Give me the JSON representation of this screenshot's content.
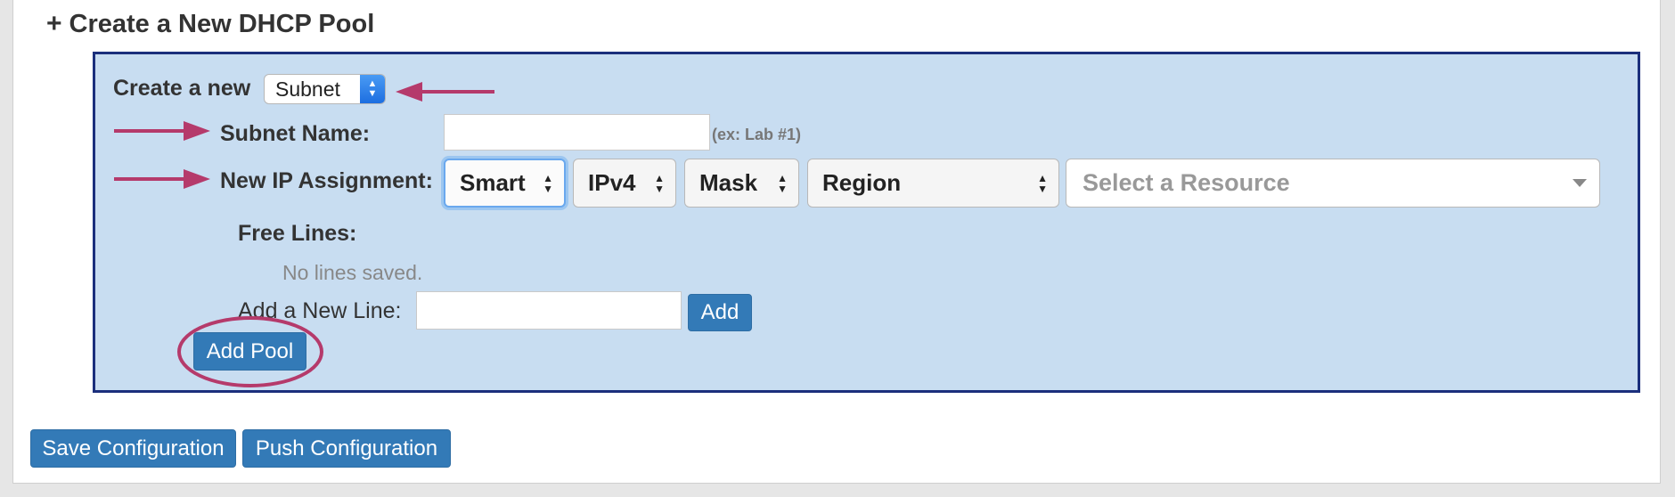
{
  "section": {
    "plus": "+",
    "title": "Create a New DHCP Pool"
  },
  "form": {
    "create_label": "Create a new",
    "create_type": "Subnet",
    "subnet_name_label": "Subnet Name:",
    "subnet_name_value": "",
    "subnet_name_hint": "(ex: Lab #1)",
    "ip_assignment_label": "New IP Assignment:",
    "ip_selects": [
      "Smart",
      "IPv4",
      "Mask",
      "Region"
    ],
    "resource_placeholder": "Select a Resource",
    "free_lines_label": "Free Lines:",
    "no_lines_text": "No lines saved.",
    "add_line_label": "Add a New Line:",
    "add_line_value": "",
    "add_button": "Add",
    "add_pool_button": "Add Pool"
  },
  "footer": {
    "save_button": "Save Configuration",
    "push_button": "Push Configuration"
  },
  "colors": {
    "annotation": "#b53a6b",
    "box_border": "#1b2f7c",
    "box_fill": "#c8ddf1",
    "button_primary": "#337ab7"
  },
  "icons": {
    "up_down": "▲▼",
    "dropdown": "caret-down"
  }
}
